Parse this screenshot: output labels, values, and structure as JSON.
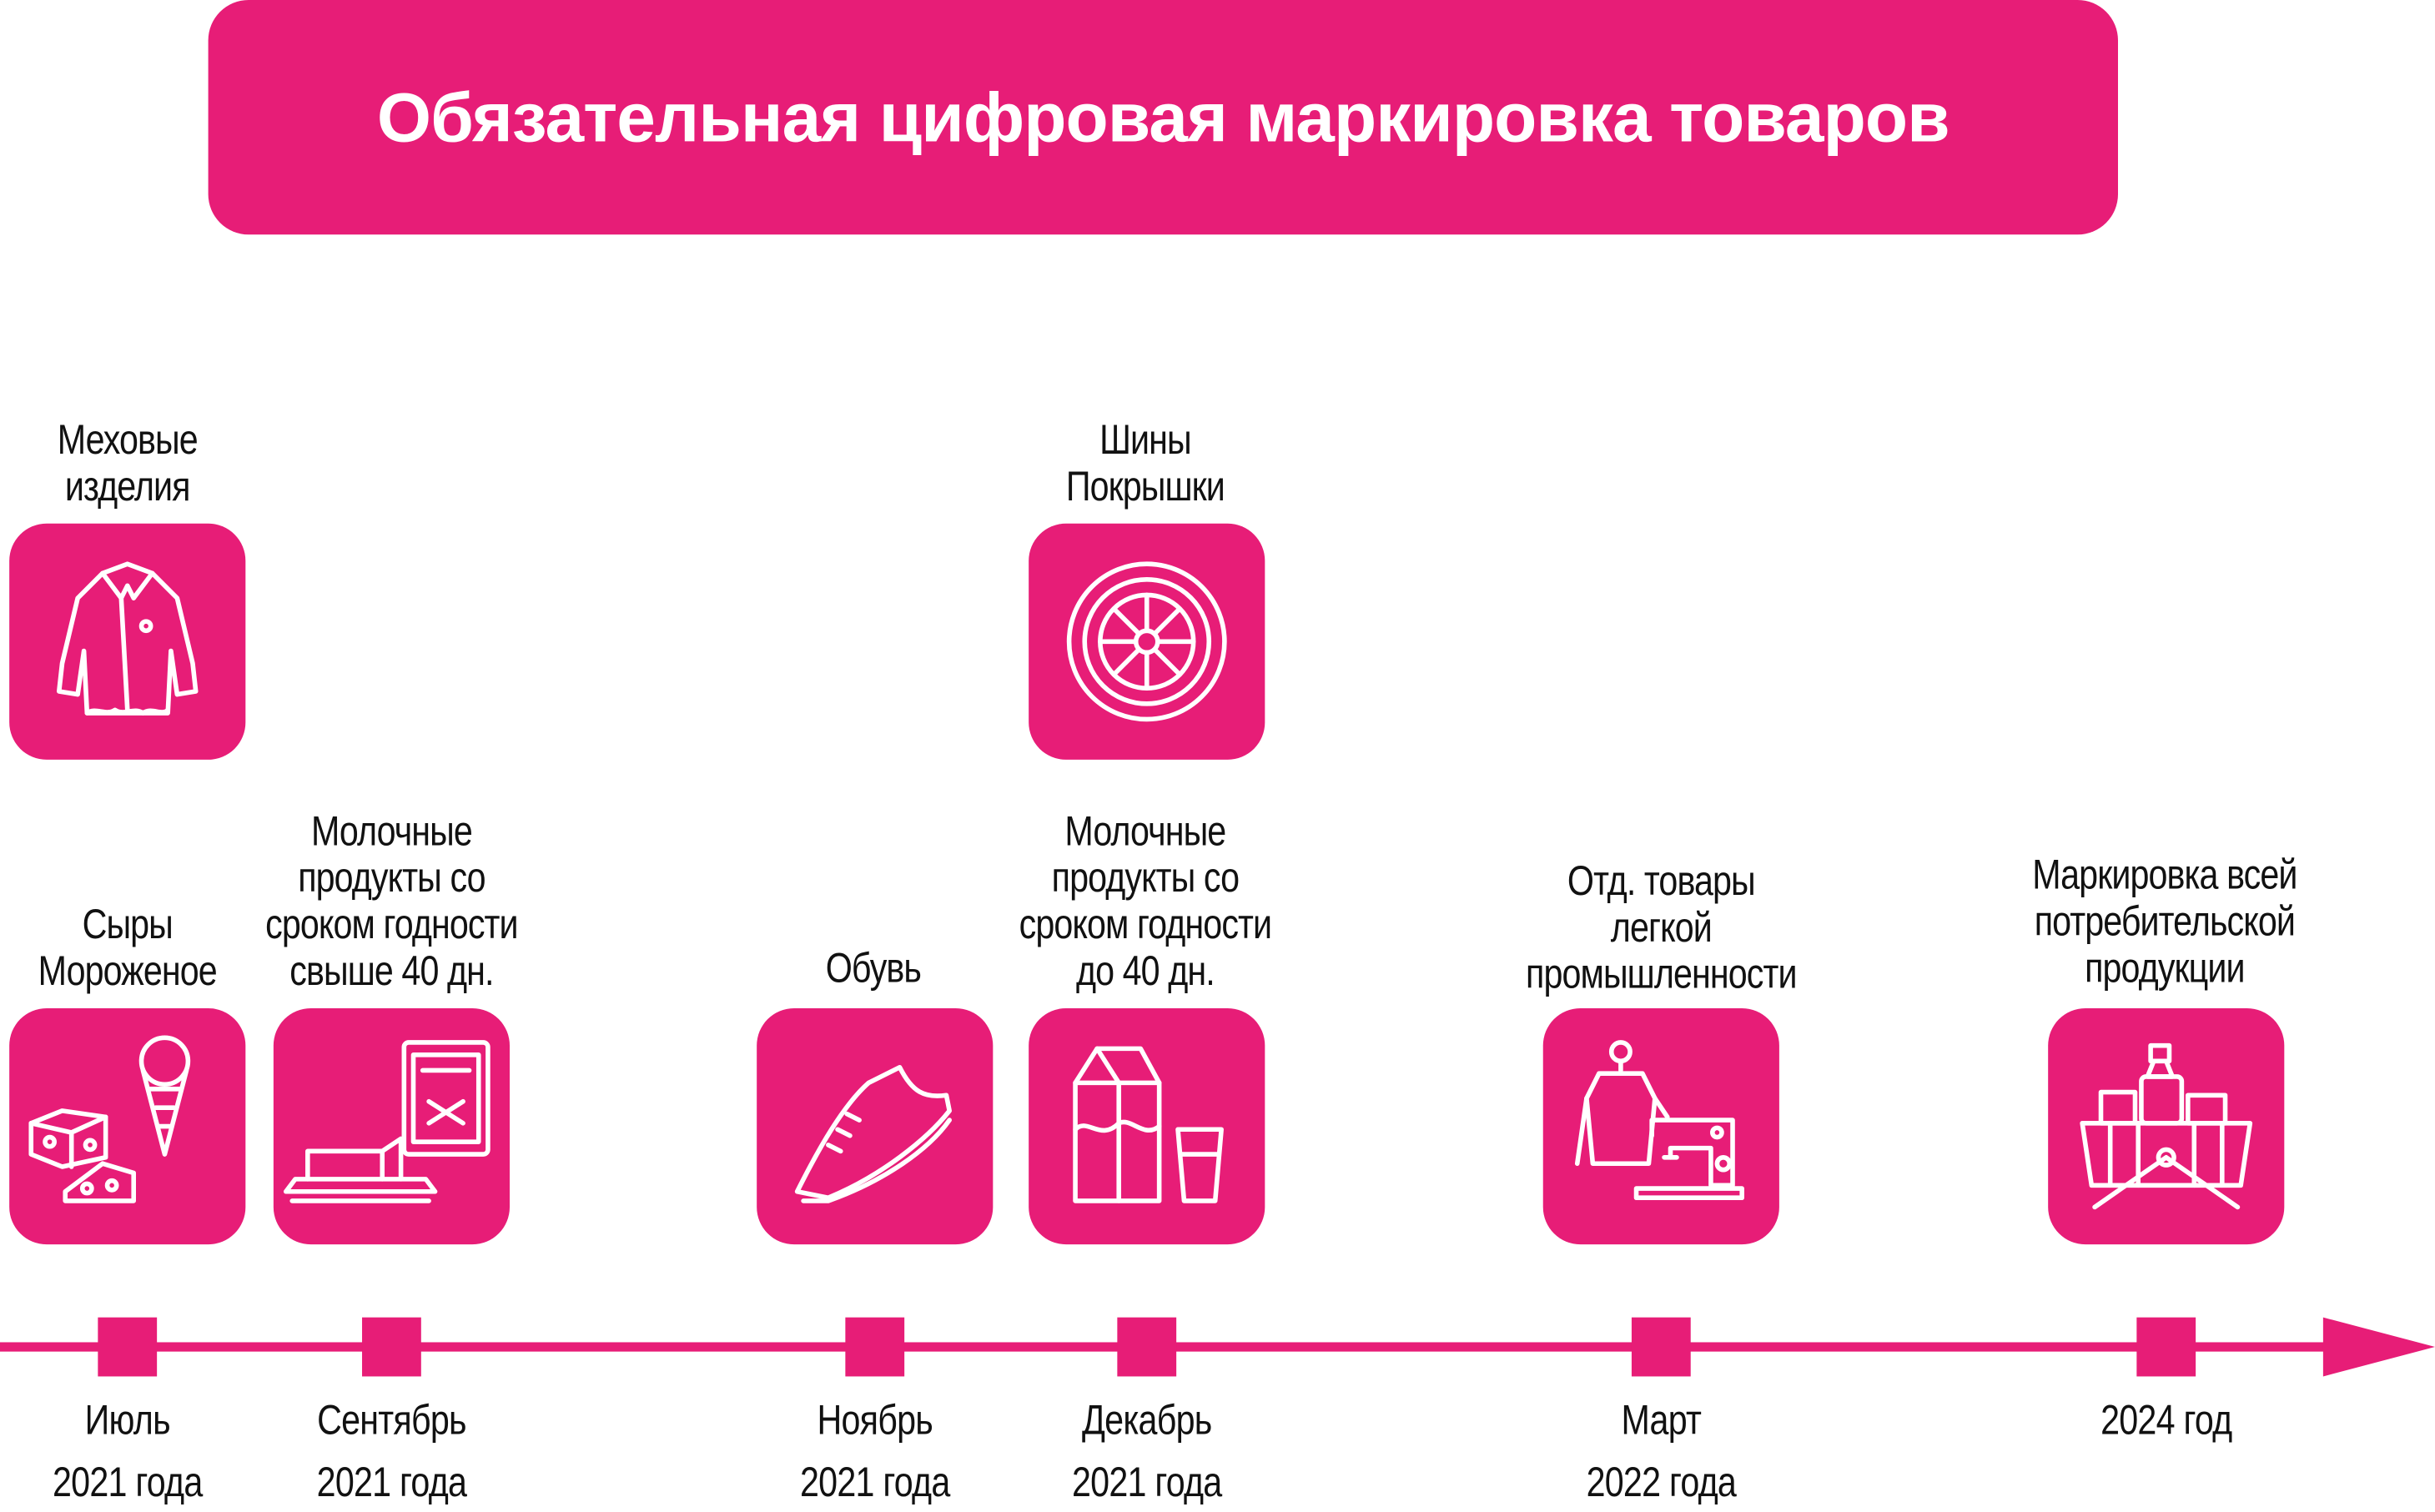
{
  "title": "Обязательная цифровая маркировка товаров",
  "colors": {
    "accent": "#e71d77",
    "text": "#111111",
    "icon": "#ffffff"
  },
  "items": [
    {
      "label": "Меховые\nизделия",
      "icon": "fur-coat-icon"
    },
    {
      "label": "Сыры\nМороженое",
      "icon": "cheese-icecream-icon"
    },
    {
      "label": "Молочные\nпродукты со\nсроком годности\nсвыше 40 дн.",
      "icon": "butter-dairy-icon"
    },
    {
      "label": "Обувь",
      "icon": "shoe-icon"
    },
    {
      "label": "Шины\nПокрышки",
      "icon": "tire-icon"
    },
    {
      "label": "Молочные\nпродукты со\nсроком годности\nдо 40 дн.",
      "icon": "milk-carton-icon"
    },
    {
      "label": "Отд. товары\nлегкой\nпромышленности",
      "icon": "sewing-machine-icon"
    },
    {
      "label": "Маркировка всей\nпотребительской\nпродукции",
      "icon": "shopping-basket-icon"
    }
  ],
  "timeline": [
    {
      "month": "Июль",
      "year": "2021 года"
    },
    {
      "month": "Сентябрь",
      "year": "2021 года"
    },
    {
      "month": "Ноябрь",
      "year": "2021 года"
    },
    {
      "month": "Декабрь",
      "year": "2021 года"
    },
    {
      "month": "Март",
      "year": "2022 года"
    },
    {
      "month": "2024 год",
      "year": ""
    }
  ]
}
